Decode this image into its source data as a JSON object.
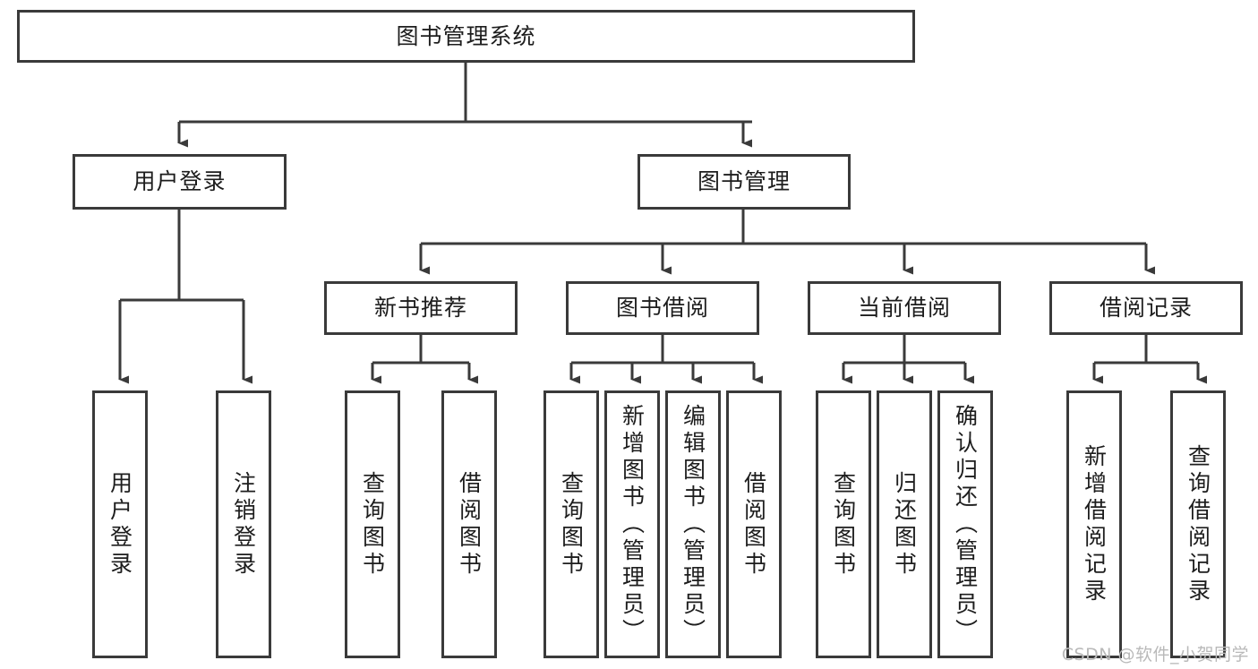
{
  "diagram": {
    "type": "tree-hierarchy",
    "title": "图书管理系统",
    "watermark": "CSDN @软件_小贺同学",
    "colors": {
      "stroke": "#3a3a3a",
      "fill": "#ffffff",
      "text": "#1d1d1d",
      "watermark": "#b9b9b9"
    },
    "levels": [
      {
        "level": 1,
        "nodes": [
          {
            "id": "root",
            "label": "图书管理系统",
            "orientation": "horizontal"
          }
        ]
      },
      {
        "level": 2,
        "nodes": [
          {
            "id": "login",
            "label": "用户登录",
            "orientation": "horizontal",
            "parent": "root"
          },
          {
            "id": "bookmgmt",
            "label": "图书管理",
            "orientation": "horizontal",
            "parent": "root"
          }
        ]
      },
      {
        "level": 3,
        "nodes": [
          {
            "id": "newbook",
            "label": "新书推荐",
            "orientation": "horizontal",
            "parent": "bookmgmt"
          },
          {
            "id": "borrow",
            "label": "图书借阅",
            "orientation": "horizontal",
            "parent": "bookmgmt"
          },
          {
            "id": "current",
            "label": "当前借阅",
            "orientation": "horizontal",
            "parent": "bookmgmt"
          },
          {
            "id": "records",
            "label": "借阅记录",
            "orientation": "horizontal",
            "parent": "bookmgmt"
          }
        ]
      },
      {
        "level": 4,
        "nodes": [
          {
            "id": "leaf1",
            "label": "用户登录",
            "orientation": "vertical",
            "parent": "login"
          },
          {
            "id": "leaf2",
            "label": "注销登录",
            "orientation": "vertical",
            "parent": "login"
          },
          {
            "id": "leaf3",
            "label": "查询图书",
            "orientation": "vertical",
            "parent": "newbook"
          },
          {
            "id": "leaf4",
            "label": "借阅图书",
            "orientation": "vertical",
            "parent": "newbook"
          },
          {
            "id": "leaf5",
            "label": "查询图书",
            "orientation": "vertical",
            "parent": "borrow"
          },
          {
            "id": "leaf6",
            "label": "新增图书（管理员）",
            "orientation": "vertical",
            "parent": "borrow"
          },
          {
            "id": "leaf7",
            "label": "编辑图书（管理员）",
            "orientation": "vertical",
            "parent": "borrow"
          },
          {
            "id": "leaf8",
            "label": "借阅图书",
            "orientation": "vertical",
            "parent": "borrow"
          },
          {
            "id": "leaf9",
            "label": "查询图书",
            "orientation": "vertical",
            "parent": "current"
          },
          {
            "id": "leaf10",
            "label": "归还图书",
            "orientation": "vertical",
            "parent": "current"
          },
          {
            "id": "leaf11",
            "label": "确认归还（管理员）",
            "orientation": "vertical",
            "parent": "current"
          },
          {
            "id": "leaf12",
            "label": "新增借阅记录",
            "orientation": "vertical",
            "parent": "records"
          },
          {
            "id": "leaf13",
            "label": "查询借阅记录",
            "orientation": "vertical",
            "parent": "records"
          }
        ]
      }
    ]
  }
}
